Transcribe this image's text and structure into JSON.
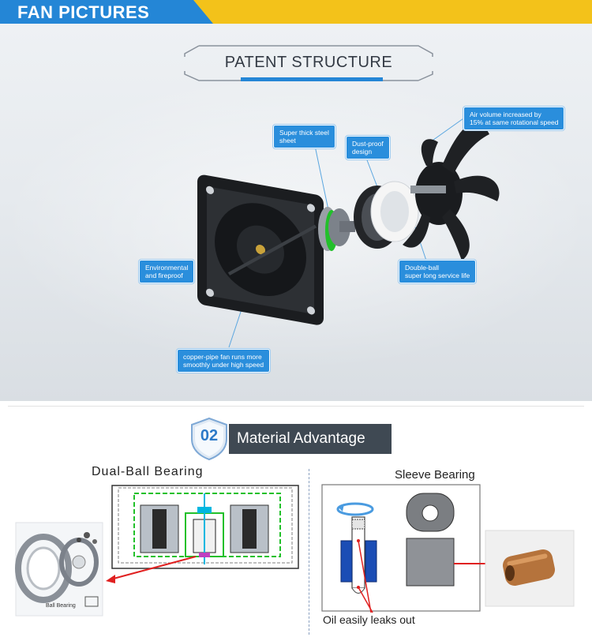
{
  "header": {
    "title": "FAN PICTURES"
  },
  "patent": {
    "title": "PATENT STRUCTURE",
    "callouts": {
      "steel": [
        "Super thick steel",
        "sheet"
      ],
      "dust": [
        "Dust-proof",
        "design"
      ],
      "air": [
        "Air volume increased by",
        "15% at same rotational speed"
      ],
      "env": [
        "Environmental",
        "and fireproof"
      ],
      "ball": [
        "Double-ball",
        "super long service life"
      ],
      "copper": [
        "copper-pipe fan runs more",
        "smoothly under high speed"
      ]
    }
  },
  "material": {
    "badge_number": "02",
    "title": "Material Advantage",
    "dual_ball_title": "Dual-Ball Bearing",
    "sleeve_title": "Sleeve Bearing",
    "oil_text": "Oil easily leaks out",
    "ball_bearing_label": "Ball Bearing"
  },
  "colors": {
    "accent_blue": "#2486d6",
    "accent_yellow": "#f3c21a",
    "callout_blue": "#2a8edc",
    "dark_bar": "#3f4953",
    "arrow_red": "#e02020",
    "green_part": "#22c02a"
  }
}
